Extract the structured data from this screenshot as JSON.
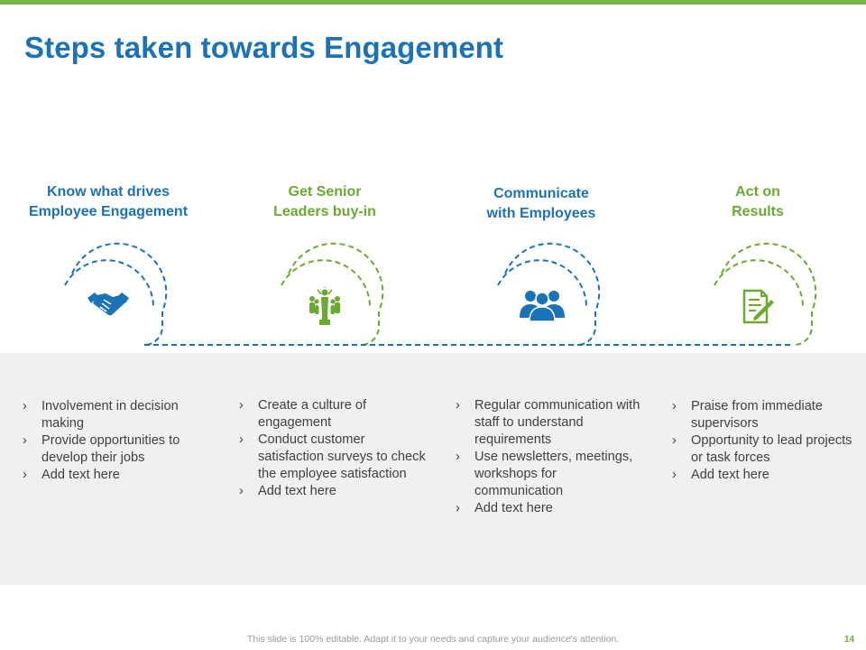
{
  "slide": {
    "title": "Steps taken towards Engagement",
    "footer": "This slide is 100% editable. Adapt it to your needs and capture your audience's attention.",
    "page_number": "14"
  },
  "colors": {
    "accent_blue": "#1a73b8",
    "accent_green": "#6aaa2e",
    "panel_gray": "#f0f0f0"
  },
  "steps": [
    {
      "heading_lines": [
        "Know what drives",
        "Employee Engagement"
      ],
      "color": "blue",
      "icon": "handshake-icon",
      "bullets": [
        "Involvement  in decision making",
        "Provide opportunities to develop their jobs",
        "Add text here"
      ]
    },
    {
      "heading_lines": [
        "Get Senior",
        "Leaders buy-in"
      ],
      "color": "green",
      "icon": "leader-trophy-icon",
      "bullets": [
        "Create a culture of engagement",
        "Conduct customer satisfaction surveys  to check the employee satisfaction",
        "Add text here"
      ]
    },
    {
      "heading_lines": [
        "Communicate",
        "with Employees"
      ],
      "color": "blue",
      "icon": "team-group-icon",
      "bullets": [
        "Regular communication with staff to understand requirements",
        "Use newsletters, meetings, workshops for communication",
        "Add text here"
      ]
    },
    {
      "heading_lines": [
        "Act on",
        "Results"
      ],
      "color": "green",
      "icon": "document-pen-icon",
      "bullets": [
        "Praise from immediate supervisors",
        "Opportunity  to lead projects or task forces",
        "Add text here"
      ]
    }
  ]
}
